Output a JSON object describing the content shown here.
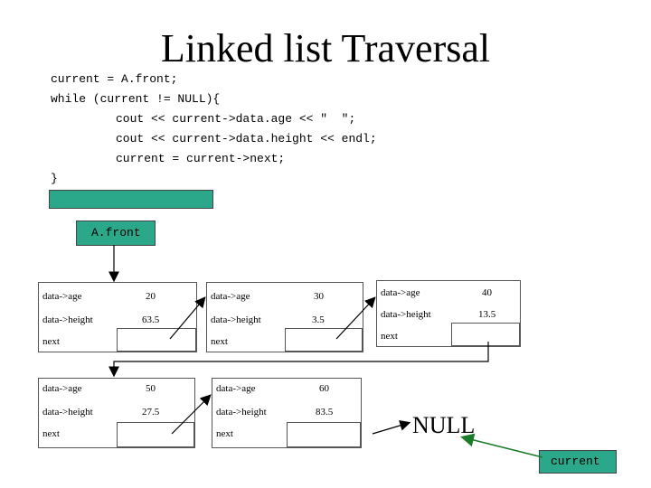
{
  "title": "Linked list Traversal",
  "code": {
    "line1": "current = A.front;",
    "line2": "while (current != NULL){",
    "line3": "cout << current->data.age << \"  \";",
    "line4": "cout << current->data.height << endl;",
    "line5": "current = current->next;",
    "line6": "}"
  },
  "pointers": {
    "afront_label": "A.front",
    "current_label": "current"
  },
  "nodes": [
    {
      "age_label": "data->age",
      "age": "20",
      "height_label": "data->height",
      "height": "63.5",
      "next_label": "next"
    },
    {
      "age_label": "data->age",
      "age": "30",
      "height_label": "data->height",
      "height": "3.5",
      "next_label": "next"
    },
    {
      "age_label": "data->age",
      "age": "40",
      "height_label": "data->height",
      "height": "13.5",
      "next_label": "next"
    },
    {
      "age_label": "data->age",
      "age": "50",
      "height_label": "data->height",
      "height": "27.5",
      "next_label": "next"
    },
    {
      "age_label": "data->age",
      "age": "60",
      "height_label": "data->height",
      "height": "83.5",
      "next_label": "next"
    }
  ],
  "null_label": "NULL",
  "colors": {
    "pointer_box": "#2aa889",
    "arrow_green": "#1a7a2a"
  }
}
